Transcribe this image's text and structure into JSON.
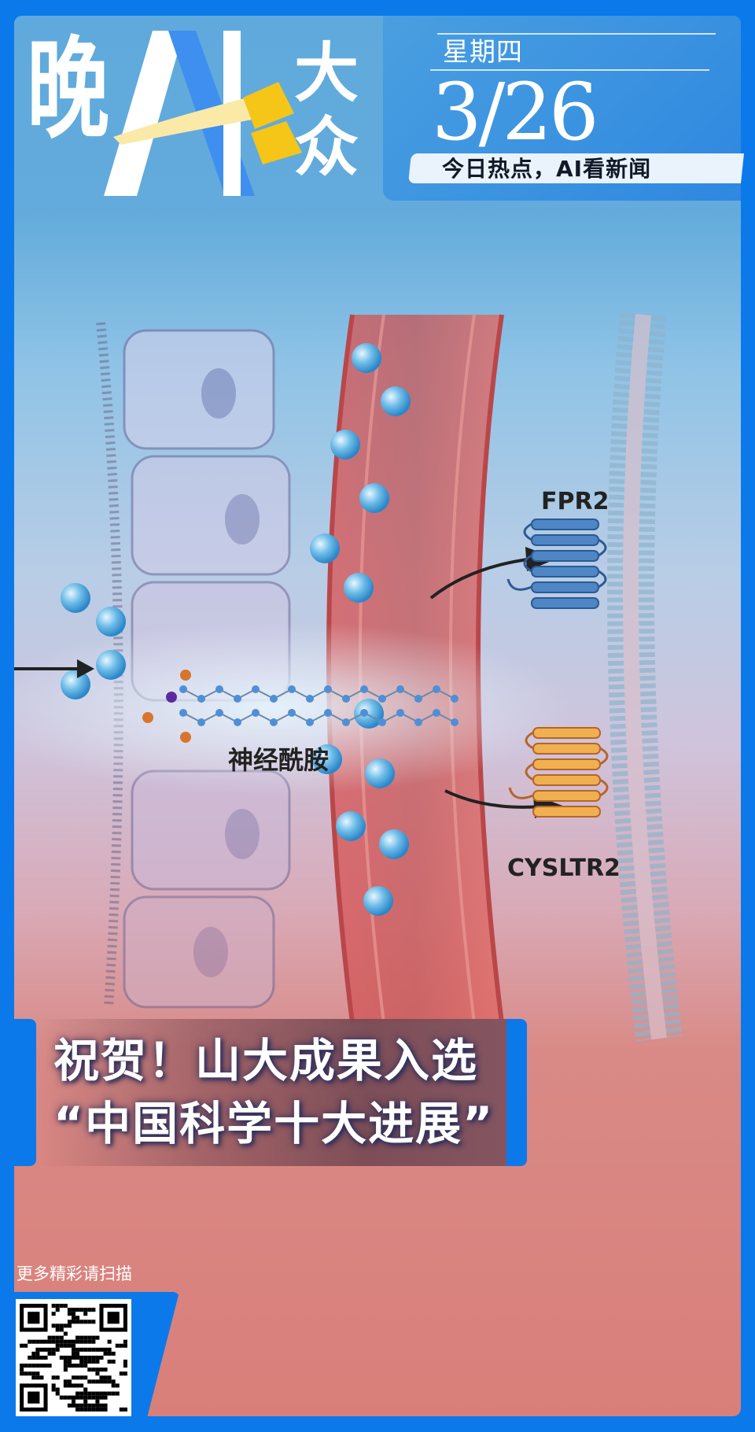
{
  "header": {
    "logo_text": "晚AI大众",
    "weekday": "星期四",
    "date": "3/26",
    "tagline": "今日热点，AI看新闻"
  },
  "illustration": {
    "molecule_label": "神经酰胺",
    "receptor_1": "FPR2",
    "receptor_2": "CYSLTR2"
  },
  "headline": {
    "line1": "祝贺！山大成果入选",
    "line2": "“中国科学十大进展”"
  },
  "footer": {
    "scan_prompt": "更多精彩请扫描"
  },
  "colors": {
    "brand_blue": "#0b79ea",
    "accent_yellow": "#f5c518",
    "background_salmon": "#d97f7a"
  }
}
